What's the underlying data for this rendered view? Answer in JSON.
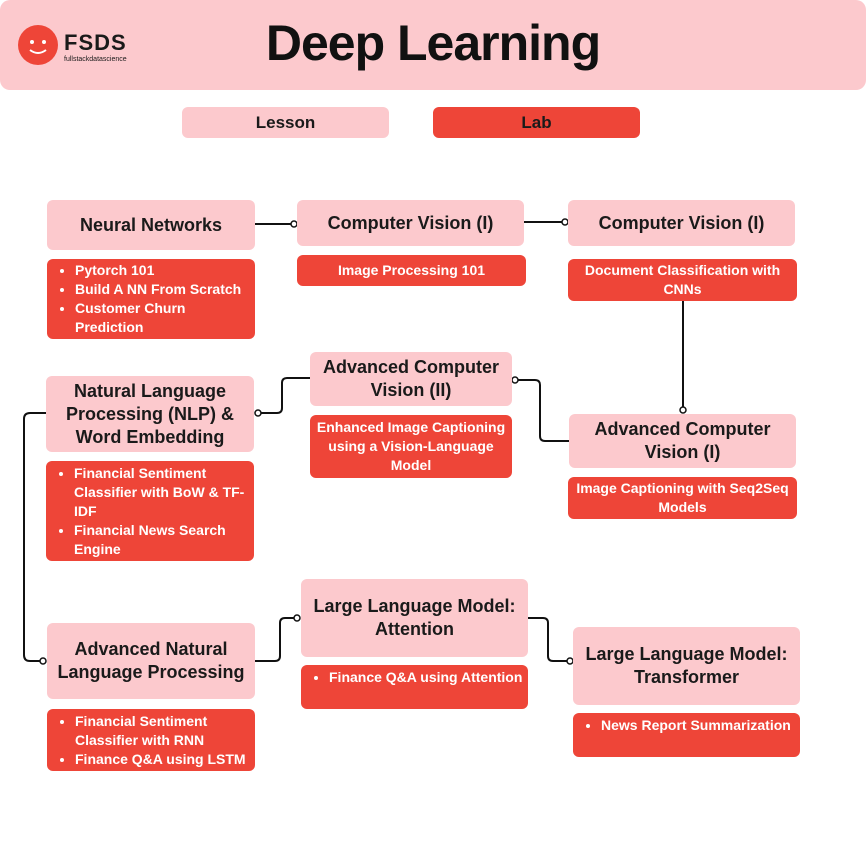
{
  "header": {
    "logo_text": "FSDS",
    "logo_sub": "fullstackdatascience",
    "title": "Deep Learning"
  },
  "legend": {
    "lesson": "Lesson",
    "lab": "Lab"
  },
  "colors": {
    "lesson_bg": "#fcc9cd",
    "lab_bg": "#ee4538",
    "header_bg": "#fcc9cd",
    "line": "#111111"
  },
  "nodes": {
    "neural_networks": {
      "title": "Neural Networks",
      "labs": [
        "Pytorch 101",
        "Build A NN From Scratch",
        "Customer Churn Prediction"
      ]
    },
    "cv1_a": {
      "title": "Computer Vision (I)",
      "lab": "Image Processing 101"
    },
    "cv1_b": {
      "title": "Computer Vision (I)",
      "lab": "Document Classification with CNNs"
    },
    "nlp": {
      "title": "Natural Language Processing (NLP) & Word Embedding",
      "labs": [
        "Financial Sentiment Classifier with BoW & TF-IDF",
        "Financial News Search Engine"
      ]
    },
    "acv2": {
      "title": "Advanced Computer Vision (II)",
      "lab": "Enhanced Image Captioning using a Vision-Language Model"
    },
    "acv1": {
      "title": "Advanced Computer Vision (I)",
      "lab": "Image Captioning with Seq2Seq Models"
    },
    "anlp": {
      "title": "Advanced Natural Language Processing",
      "labs": [
        "Financial Sentiment Classifier with RNN",
        "Finance Q&A using LSTM"
      ]
    },
    "llm_attention": {
      "title": "Large Language Model: Attention",
      "labs": [
        "Finance Q&A using Attention"
      ]
    },
    "llm_transformer": {
      "title": "Large Language Model: Transformer",
      "labs": [
        "News Report Summarization"
      ]
    }
  }
}
